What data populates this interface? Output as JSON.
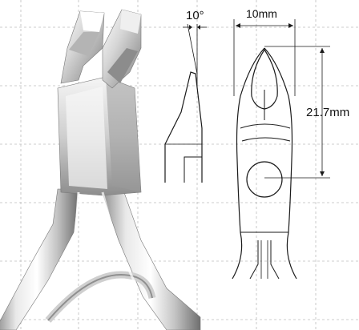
{
  "dimensions": {
    "angle": "10°",
    "jaw_width": "10mm",
    "jaw_length": "21.7mm"
  },
  "colors": {
    "background": "#ffffff",
    "grid": "#bdbdbd",
    "line": "#1a1a1a",
    "steel_light": "#f2f2f2",
    "steel_mid": "#c9c9c9",
    "steel_dark": "#7a7a7a"
  },
  "grid": true,
  "photo": "stainless-steel-cutting-pliers"
}
